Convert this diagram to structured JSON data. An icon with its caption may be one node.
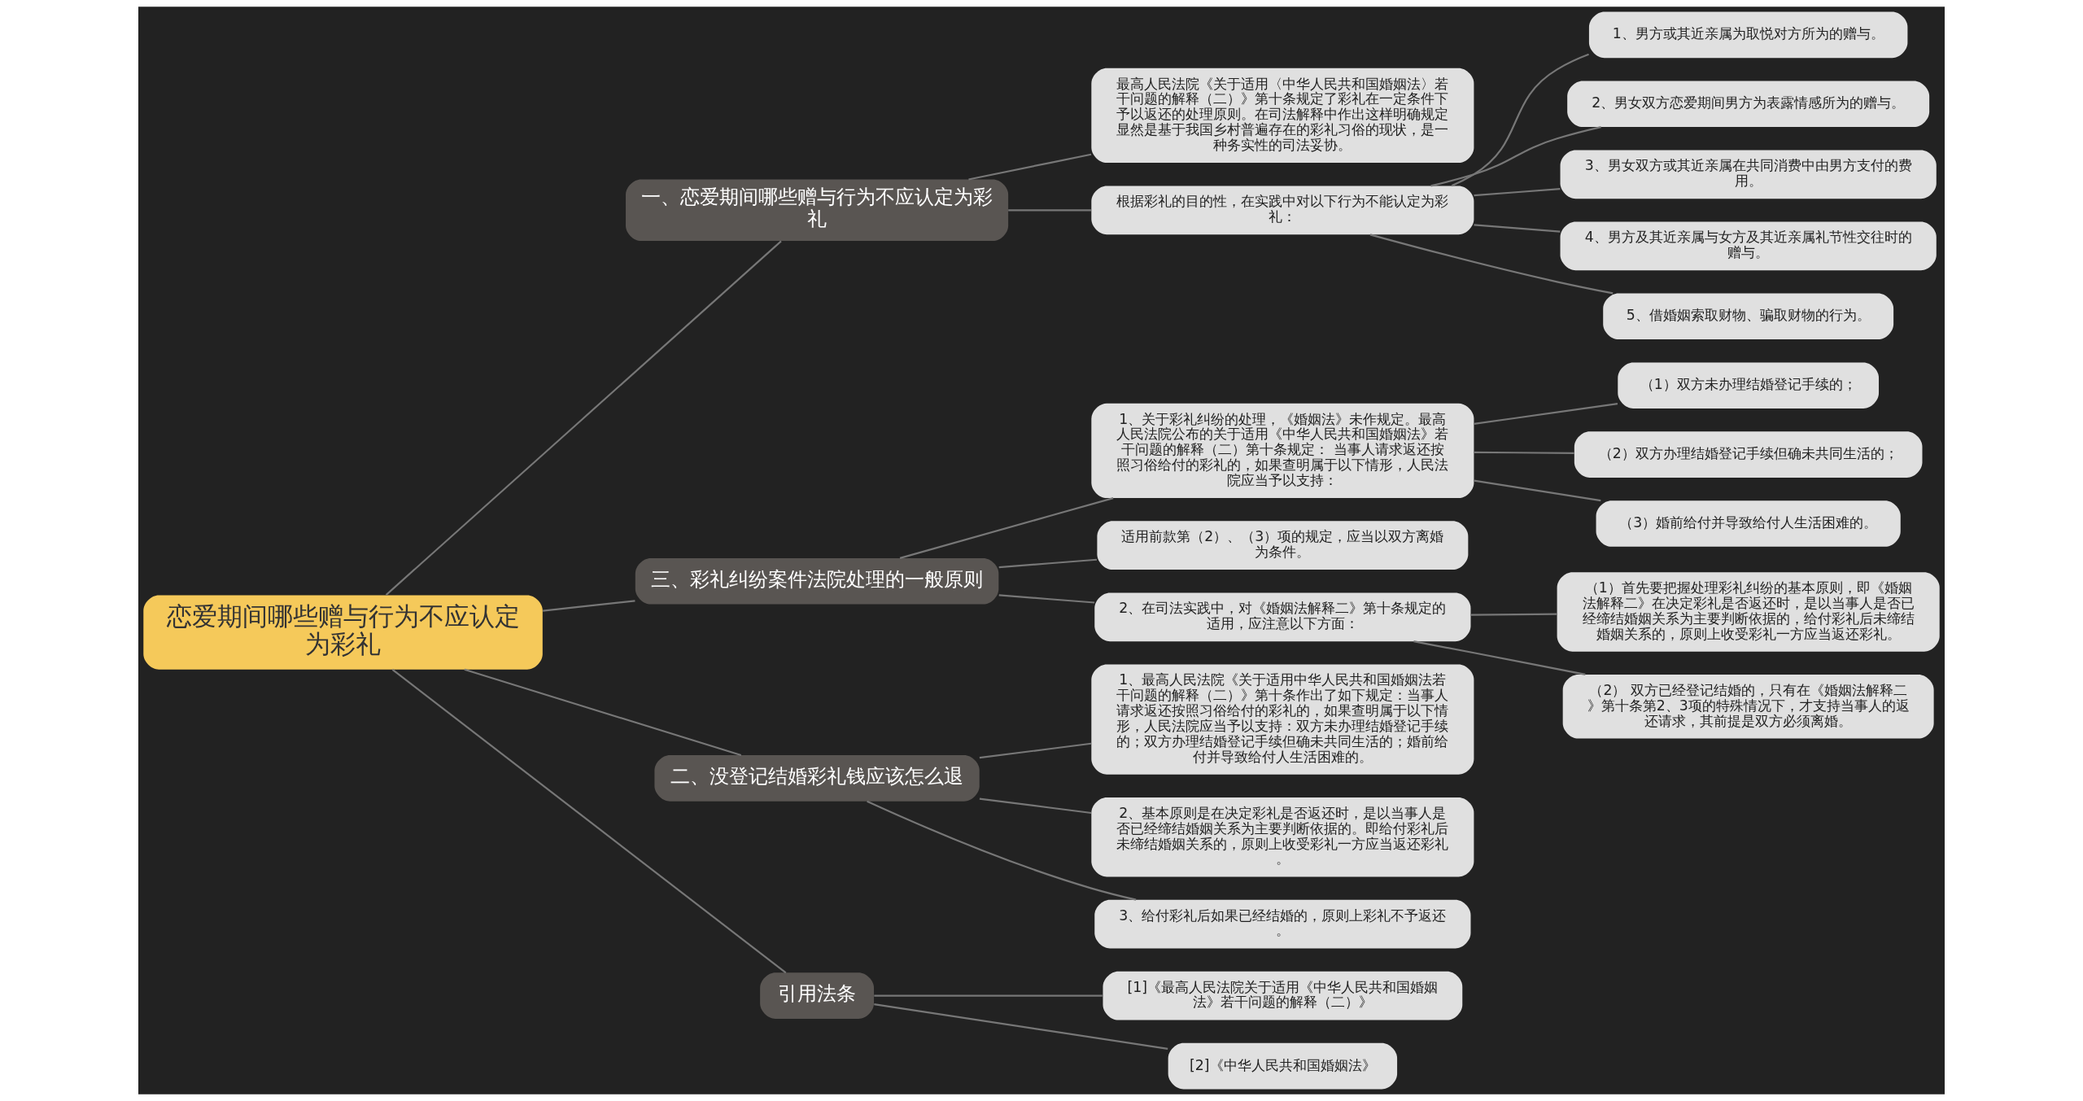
{
  "diagram": {
    "nodes": [
      {
        "text": [
          "恋爱期间哪些赠与行为不应认定为彩礼"
        ]
      },
      {
        "text": [
          "一、恋爱期间哪些赠与行为不应认定为彩礼"
        ]
      },
      {
        "text": [
          "最高人民法院《关于适用〈中华人民共和国婚姻法〉若干问题的解释（二）》第十条规定了彩礼在一定条件下予以返还的处理原则。在司法解释中作出这样明确规定显然是基于我国乡村普遍存在的彩礼习俗的现状，是一种务实性的司法妥协。"
        ]
      },
      {
        "text": [
          "根据彩礼的目的性，在实践中对以下行为不能认定为彩礼："
        ]
      },
      {
        "text": [
          "1、男方或其近亲属为取悦对方所为的赠与。"
        ]
      },
      {
        "text": [
          "2、男女双方恋爱期间男方为表露情感所为的赠与。"
        ]
      },
      {
        "text": [
          "3、男女双方或其近亲属在共同消费中由男方支付的费用。"
        ]
      },
      {
        "text": [
          "4、男方及其近亲属与女方及其近亲属礼节性交往时的赠与。"
        ]
      },
      {
        "text": [
          "5、借婚姻索取财物、骗取财物的行为。"
        ]
      },
      {
        "text": [
          "三、彩礼纠纷案件法院处理的一般原则"
        ]
      },
      {
        "text": [
          "1、关于彩礼纠纷的处理，《婚姻法》未作规定。最高人民法院公布的关于适用《中华人民共和国婚姻法》若干问题的解释（二）第十条规定： 当事人请求返还按照习俗给付的彩礼的，如果查明属于以下情形，人民法院应当予以支持："
        ]
      },
      {
        "text": [
          "（1）双方未办理结婚登记手续的；"
        ]
      },
      {
        "text": [
          "（2）双方办理结婚登记手续但确未共同生活的；"
        ]
      },
      {
        "text": [
          "（3）婚前给付并导致给付人生活困难的。"
        ]
      },
      {
        "text": [
          "适用前款第（2）、（3）项的规定，应当以双方离婚为条件。"
        ]
      },
      {
        "text": [
          "2、在司法实践中，对《婚姻法解释二》第十条规定的适用，应注意以下方面："
        ]
      },
      {
        "text": [
          "（1）首先要把握处理彩礼纠纷的基本原则，即《婚姻法解释二》在决定彩礼是否返还时，是以当事人是否已经缔结婚姻关系为主要判断依据的，给付彩礼后未缔结婚姻关系的，原则上收受彩礼一方应当返还彩礼。"
        ]
      },
      {
        "text": [
          "（2） 双方已经登记结婚的，只有在《婚姻法解释二》第十条第2、3项的特殊情况下，才支持当事人的返还请求，其前提是双方必须离婚。"
        ]
      },
      {
        "text": [
          "二、没登记结婚彩礼钱应该怎么退"
        ]
      },
      {
        "text": [
          "1、最高人民法院《关于适用中华人民共和国婚姻法若干问题的解释（二）》第十条作出了如下规定：当事人请求返还按照习俗给付的彩礼的，如果查明属于以下情形，人民法院应当予以支持：双方未办理结婚登记手续的；双方办理结婚登记手续但确未共同生活的；婚前给付并导致给付人生活困难的。"
        ]
      },
      {
        "text": [
          "2、基本原则是在决定彩礼是否返还时，是以当事人是否已经缔结婚姻关系为主要判断依据的。即给付彩礼后未缔结婚姻关系的，原则上收受彩礼一方应当返还彩礼。"
        ]
      },
      {
        "text": [
          "3、给付彩礼后如果已经结婚的，原则上彩礼不予返还。"
        ]
      },
      {
        "text": [
          "引用法条"
        ]
      },
      {
        "text": [
          "[1]《最高人民法院关于适用《中华人民共和国婚姻法》若干问题的解释（二）》"
        ]
      },
      {
        "text": [
          "[2]《中华人民共和国婚姻法》"
        ]
      }
    ],
    "edges": [
      {
        "from": 0,
        "to": 1,
        "arrow": "none"
      },
      {
        "from": 1,
        "to": 2,
        "arrow": "none"
      },
      {
        "from": 1,
        "to": 3,
        "arrow": "none"
      },
      {
        "from": 3,
        "to": 4,
        "arrow": "none"
      },
      {
        "from": 3,
        "to": 5,
        "arrow": "none"
      },
      {
        "from": 3,
        "to": 6,
        "arrow": "none"
      },
      {
        "from": 3,
        "to": 7,
        "arrow": "none"
      },
      {
        "from": 3,
        "to": 8,
        "arrow": "none"
      },
      {
        "from": 0,
        "to": 9,
        "arrow": "none"
      },
      {
        "from": 9,
        "to": 10,
        "arrow": "none"
      },
      {
        "from": 10,
        "to": 11,
        "arrow": "none"
      },
      {
        "from": 10,
        "to": 12,
        "arrow": "none"
      },
      {
        "from": 10,
        "to": 13,
        "arrow": "none"
      },
      {
        "from": 9,
        "to": 14,
        "arrow": "none"
      },
      {
        "from": 9,
        "to": 15,
        "arrow": "none"
      },
      {
        "from": 15,
        "to": 16,
        "arrow": "none"
      },
      {
        "from": 15,
        "to": 17,
        "arrow": "none"
      },
      {
        "from": 0,
        "to": 18,
        "arrow": "none"
      },
      {
        "from": 18,
        "to": 19,
        "arrow": "none"
      },
      {
        "from": 18,
        "to": 20,
        "arrow": "none"
      },
      {
        "from": 18,
        "to": 21,
        "arrow": "none"
      },
      {
        "from": 0,
        "to": 22,
        "arrow": "none"
      },
      {
        "from": 22,
        "to": 23,
        "arrow": "none"
      },
      {
        "from": 22,
        "to": 24,
        "arrow": "none"
      }
    ]
  }
}
